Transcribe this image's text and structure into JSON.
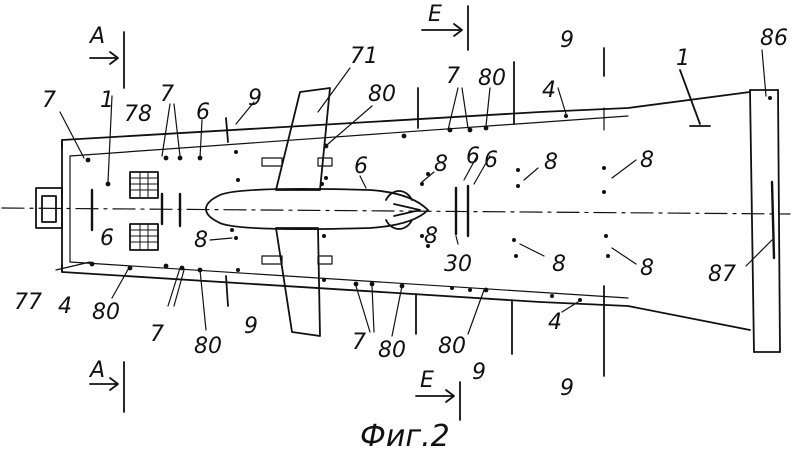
{
  "caption": "Фиг.2",
  "section_marks": [
    "А",
    "А",
    "Е",
    "Е"
  ],
  "reference_numbers": [
    "7",
    "1",
    "78",
    "7",
    "6",
    "9",
    "71",
    "80",
    "7",
    "80",
    "9",
    "4",
    "1",
    "86",
    "6",
    "8",
    "6",
    "6",
    "8",
    "8",
    "8",
    "6",
    "8",
    "30",
    "8",
    "8",
    "77",
    "4",
    "80",
    "7",
    "80",
    "9",
    "7",
    "80",
    "80",
    "9",
    "4",
    "87",
    "9"
  ],
  "colors": {
    "ink": "#111111",
    "paper": "#ffffff"
  }
}
